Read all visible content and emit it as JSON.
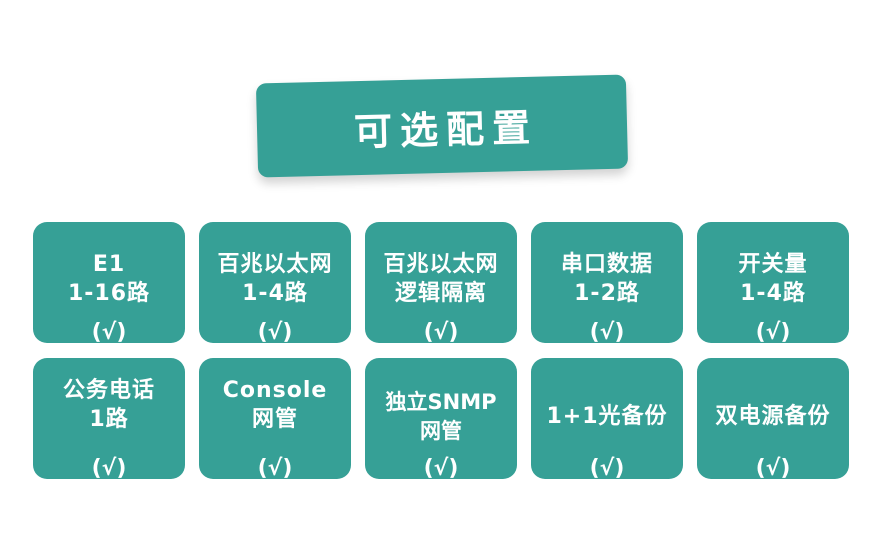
{
  "header": {
    "title": "可选配置"
  },
  "colors": {
    "accent": "#36A096",
    "text": "#FFFFFF",
    "background": "#FFFFFF"
  },
  "options": [
    {
      "lines": [
        "E1",
        "1-16路"
      ],
      "check": "(√)"
    },
    {
      "lines": [
        "百兆以太网",
        "1-4路"
      ],
      "check": "(√)"
    },
    {
      "lines": [
        "百兆以太网",
        "逻辑隔离"
      ],
      "check": "(√)"
    },
    {
      "lines": [
        "串口数据",
        "1-2路"
      ],
      "check": "(√)"
    },
    {
      "lines": [
        "开关量",
        "1-4路"
      ],
      "check": "(√)"
    },
    {
      "lines": [
        "公务电话",
        "1路"
      ],
      "check": "(√)"
    },
    {
      "lines": [
        "Console",
        "网管"
      ],
      "check": "(√)"
    },
    {
      "lines": [
        "独立SNMP",
        "网管"
      ],
      "check": "(√)"
    },
    {
      "lines": [
        "1+1光备份"
      ],
      "check": "(√)"
    },
    {
      "lines": [
        "双电源备份"
      ],
      "check": "(√)"
    }
  ]
}
